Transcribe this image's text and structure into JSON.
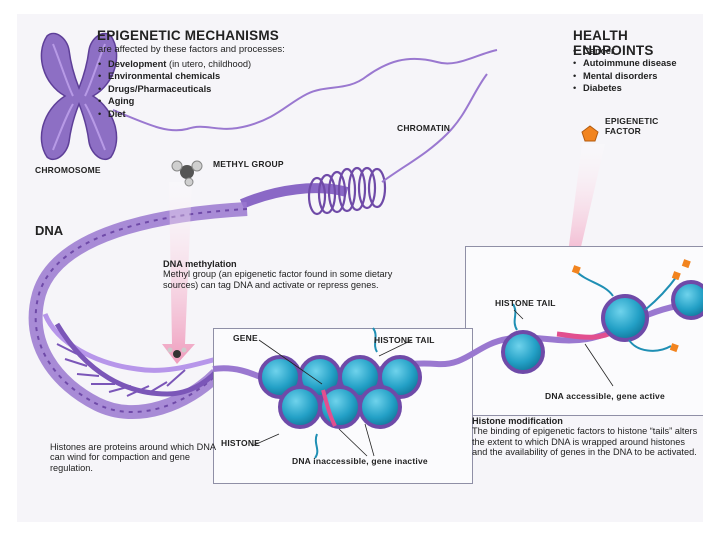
{
  "mechanisms": {
    "title": "EPIGENETIC MECHANISMS",
    "subtitle": "are affected by these factors and processes:",
    "items": [
      {
        "bold": "Development",
        "rest": " (in utero, childhood)"
      },
      {
        "bold": "Environmental chemicals",
        "rest": ""
      },
      {
        "bold": "Drugs/Pharmaceuticals",
        "rest": ""
      },
      {
        "bold": "Aging",
        "rest": ""
      },
      {
        "bold": "Diet",
        "rest": ""
      }
    ]
  },
  "health": {
    "title": "HEALTH ENDPOINTS",
    "items": [
      "Cancer",
      "Autoimmune disease",
      "Mental disorders",
      "Diabetes"
    ]
  },
  "labels": {
    "chromosome": "CHROMOSOME",
    "chromatin": "CHROMATIN",
    "methyl_group": "METHYL GROUP",
    "epigenetic_factor": "EPIGENETIC\nFACTOR",
    "dna": "DNA",
    "histone_tail_right": "HISTONE TAIL",
    "histone_tail_mid": "HISTONE TAIL",
    "gene": "GENE",
    "histone": "HISTONE",
    "dna_inaccessible": "DNA inaccessible, gene inactive",
    "dna_accessible": "DNA accessible, gene active"
  },
  "methylation": {
    "title": "DNA methylation",
    "body": "Methyl group (an epigenetic factor found in some dietary sources) can tag DNA and activate or repress genes."
  },
  "histones_note": "Histones are proteins around which DNA can wind for compaction and gene regulation.",
  "histone_mod": {
    "title": "Histone modification",
    "body": "The binding of epigenetic factors to histone “tails” alters the extent to which DNA is wrapped around histones and the availability of genes in the DNA to be activated."
  },
  "colors": {
    "dna": "#9a78d0",
    "dna_dark": "#6f4aa8",
    "histone": "#2aa6c8",
    "histone_dark": "#157fa0",
    "factor": "#f2841f",
    "arrow": "#f3bcd0"
  }
}
